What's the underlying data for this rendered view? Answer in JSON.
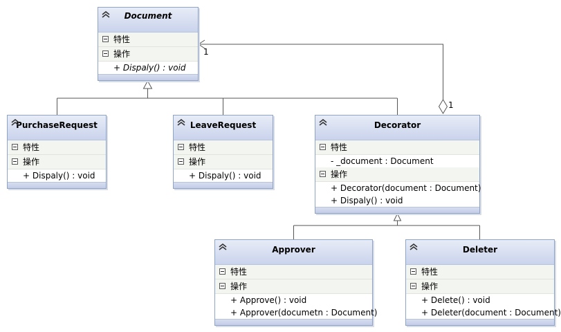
{
  "labels": {
    "attributes": "特性",
    "operations": "操作"
  },
  "classes": {
    "document": {
      "name": "Document",
      "attributes": [],
      "operations": [
        "+ Dispaly() : void"
      ]
    },
    "purchase_request": {
      "name": "PurchaseRequest",
      "attributes": [],
      "operations": [
        "+ Dispaly() : void"
      ]
    },
    "leave_request": {
      "name": "LeaveRequest",
      "attributes": [],
      "operations": [
        "+ Dispaly() : void"
      ]
    },
    "decorator": {
      "name": "Decorator",
      "attributes": [
        "- _document : Document"
      ],
      "operations": [
        "+ Decorator(document : Document)",
        "+ Dispaly() : void"
      ]
    },
    "approver": {
      "name": "Approver",
      "attributes": [],
      "operations": [
        "+ Approve() : void",
        "+ Approver(documetn : Document)"
      ]
    },
    "deleter": {
      "name": "Deleter",
      "attributes": [],
      "operations": [
        "+ Delete() : void",
        "+ Deleter(document : Document)"
      ]
    }
  },
  "multiplicities": {
    "document_end": "1",
    "decorator_end": "1"
  }
}
